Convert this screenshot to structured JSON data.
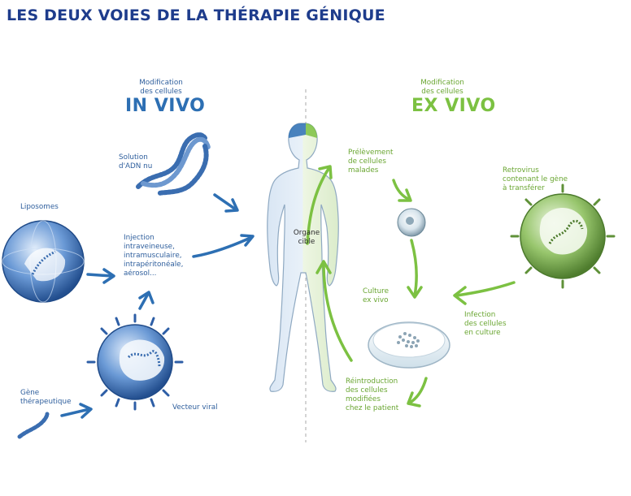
{
  "title": "LES DEUX VOIES DE LA THÉRAPIE GÉNIQUE",
  "in_vivo": {
    "subtitle": "Modification\ndes cellules",
    "heading": "IN VIVO",
    "solution": "Solution\nd'ADN nu",
    "liposomes": "Liposomes",
    "injection": "Injection\nintraveineuse,\nintramusculaire,\nintrapéritonéale,\naérosol...",
    "gene": "Gène\nthérapeutique",
    "vecteur": "Vecteur viral"
  },
  "center": {
    "organe": "Organe\ncible"
  },
  "ex_vivo": {
    "subtitle": "Modification\ndes cellules",
    "heading": "EX VIVO",
    "prelevement": "Prélèvement\nde cellules\nmalades",
    "retrovirus": "Retrovirus\ncontenant le gène\nà transférer",
    "culture": "Culture\nex vivo",
    "infection": "Infection\ndes cellules\nen culture",
    "reintroduction": "Réintroduction\ndes cellules\nmodifiées\nchez le patient"
  },
  "colors": {
    "blue": "#2d6fb3",
    "green": "#7cc142",
    "title": "#1e3c8c"
  }
}
